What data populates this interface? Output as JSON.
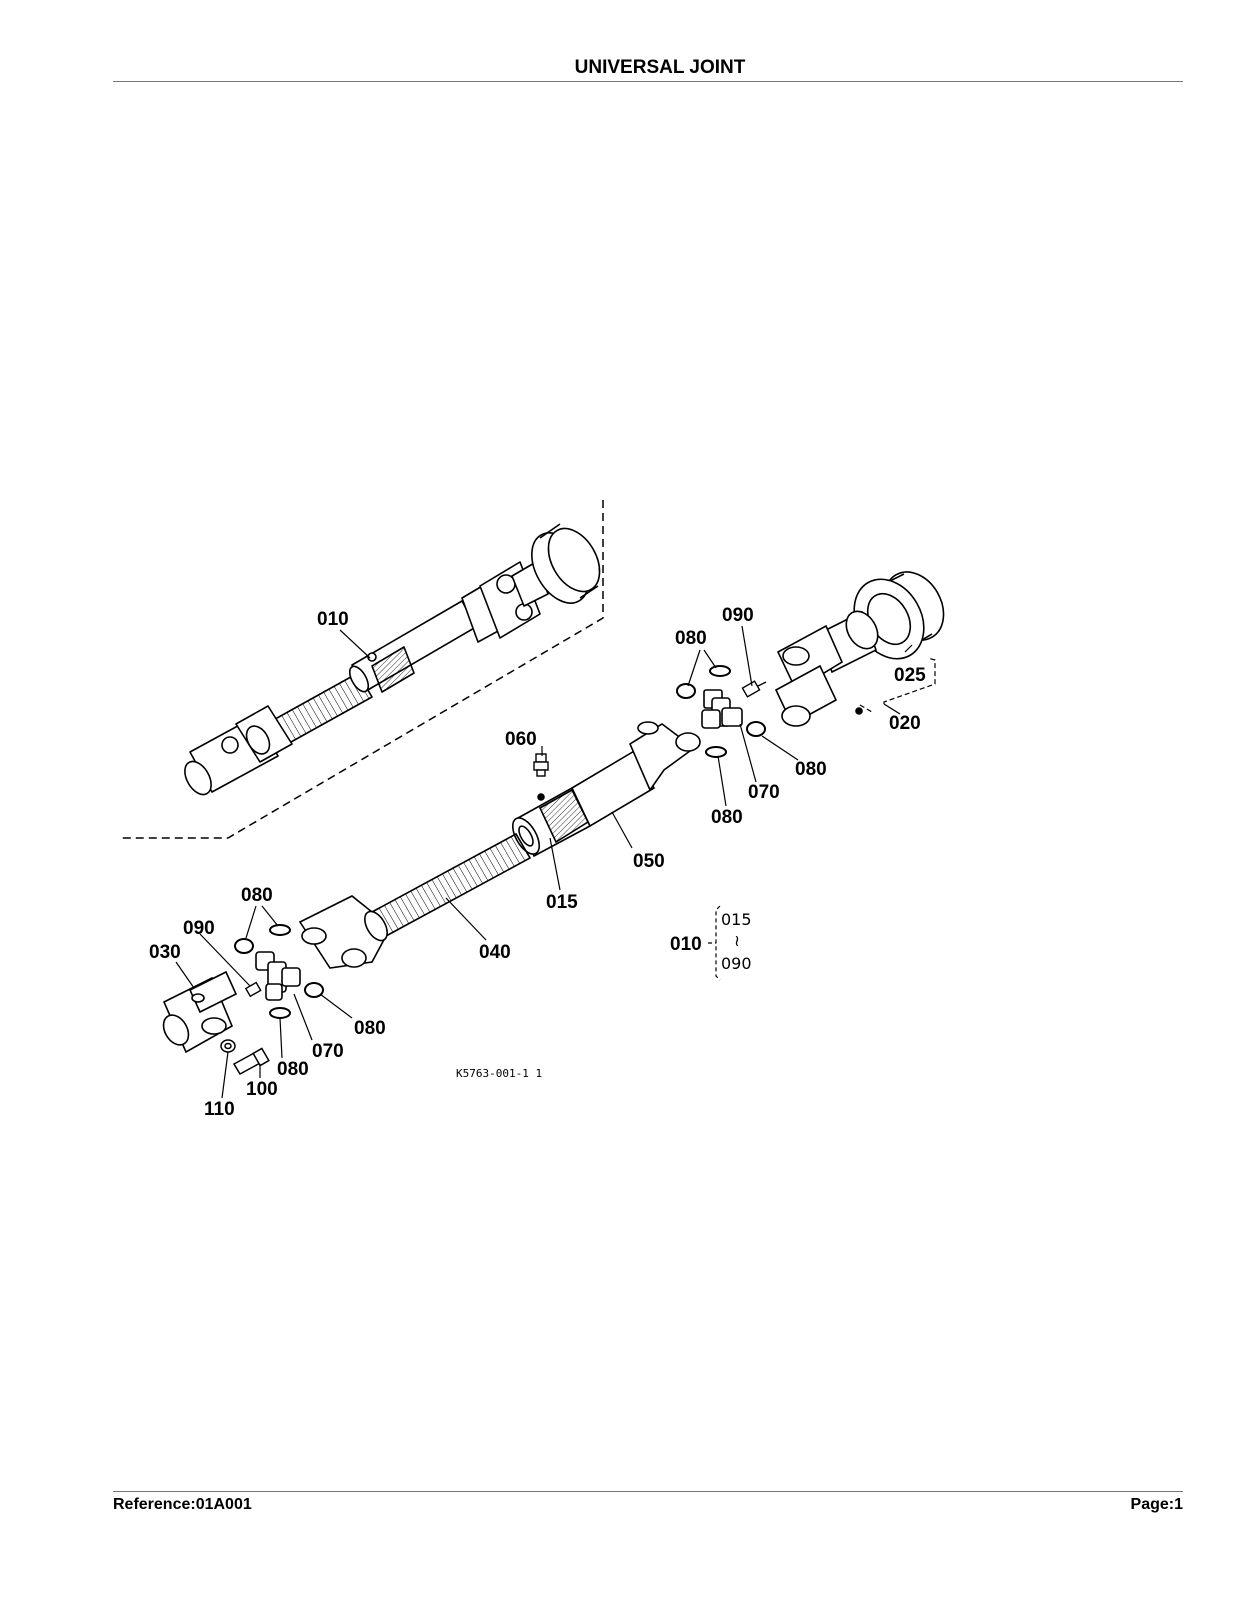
{
  "header": {
    "title": "UNIVERSAL JOINT"
  },
  "footer": {
    "reference": "Reference:01A001",
    "page": "Page:1"
  },
  "diagram": {
    "figure_code": "K5763-001-1 1",
    "callouts": {
      "c010": "010",
      "c090a": "090",
      "c080a": "080",
      "c025": "025",
      "c020": "020",
      "c060": "060",
      "c080b": "080",
      "c070a": "070",
      "c080c": "080",
      "c050": "050",
      "c015": "015",
      "c080d": "080",
      "c090b": "090",
      "c030": "030",
      "c040": "040",
      "c080e": "080",
      "c070b": "070",
      "c080f": "080",
      "c100": "100",
      "c110": "110"
    },
    "legend": {
      "parent": "010",
      "from": "015",
      "to": "090"
    }
  }
}
